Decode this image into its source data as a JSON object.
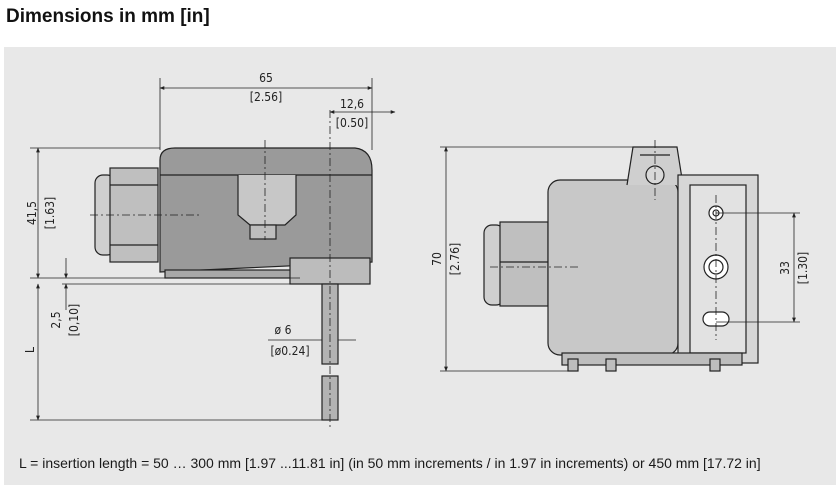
{
  "heading": "Dimensions in mm [in]",
  "dimensions": {
    "width_mm": "65",
    "width_in": "[2.56]",
    "offset_mm": "12,6",
    "offset_in": "[0.50]",
    "height_mm": "41,5",
    "height_in": "[1.63]",
    "gap_mm": "2,5",
    "gap_in": "[0,10]",
    "insertion": "L",
    "diameter_mm": "ø 6",
    "diameter_in": "[ø0.24]",
    "total_height_mm": "70",
    "total_height_in": "[2.76]",
    "hole_spacing_mm": "33",
    "hole_spacing_in": "[1.30]"
  },
  "footnote": "L = insertion length = 50 … 300 mm [1.97 ...11.81 in] (in 50 mm increments / in 1.97 in increments) or 450 mm [17.72 in]"
}
